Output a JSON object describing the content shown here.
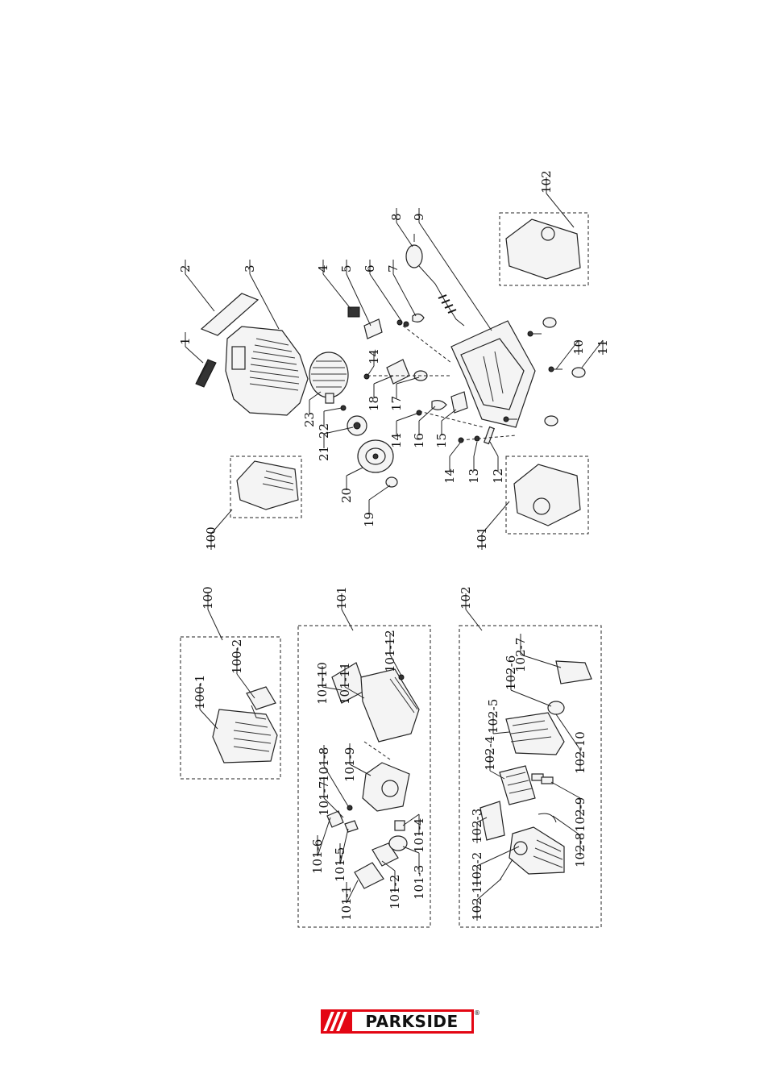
{
  "brand": {
    "name": "PARKSIDE",
    "registered": "®"
  },
  "main_labels": [
    {
      "id": "lbl-1",
      "text": "1"
    },
    {
      "id": "lbl-2",
      "text": "2"
    },
    {
      "id": "lbl-3",
      "text": "3"
    },
    {
      "id": "lbl-4",
      "text": "4"
    },
    {
      "id": "lbl-5",
      "text": "5"
    },
    {
      "id": "lbl-6",
      "text": "6"
    },
    {
      "id": "lbl-7",
      "text": "7"
    },
    {
      "id": "lbl-8",
      "text": "8"
    },
    {
      "id": "lbl-9",
      "text": "9"
    },
    {
      "id": "lbl-10",
      "text": "10"
    },
    {
      "id": "lbl-11",
      "text": "11"
    },
    {
      "id": "lbl-12",
      "text": "12"
    },
    {
      "id": "lbl-13",
      "text": "13"
    },
    {
      "id": "lbl-14a",
      "text": "14"
    },
    {
      "id": "lbl-14b",
      "text": "14"
    },
    {
      "id": "lbl-14c",
      "text": "14"
    },
    {
      "id": "lbl-15",
      "text": "15"
    },
    {
      "id": "lbl-16",
      "text": "16"
    },
    {
      "id": "lbl-17",
      "text": "17"
    },
    {
      "id": "lbl-18",
      "text": "18"
    },
    {
      "id": "lbl-19",
      "text": "19"
    },
    {
      "id": "lbl-20",
      "text": "20"
    },
    {
      "id": "lbl-21",
      "text": "21"
    },
    {
      "id": "lbl-22",
      "text": "22"
    },
    {
      "id": "lbl-23",
      "text": "23"
    },
    {
      "id": "lbl-100",
      "text": "100"
    },
    {
      "id": "lbl-101",
      "text": "101"
    },
    {
      "id": "lbl-102",
      "text": "102"
    }
  ],
  "assembly_100": {
    "title": "100",
    "labels": [
      "100-1",
      "100-2"
    ]
  },
  "assembly_101": {
    "title": "101",
    "labels": [
      "101-1",
      "101-2",
      "101-3",
      "101-4",
      "101-5",
      "101-6",
      "101-7",
      "101-8",
      "101-9",
      "101-10",
      "101-11",
      "101-12"
    ]
  },
  "assembly_102": {
    "title": "102",
    "labels": [
      "102-1",
      "102-2",
      "102-3",
      "102-4",
      "102-5",
      "102-6",
      "102-7",
      "102-8",
      "102-9",
      "102-10"
    ]
  }
}
